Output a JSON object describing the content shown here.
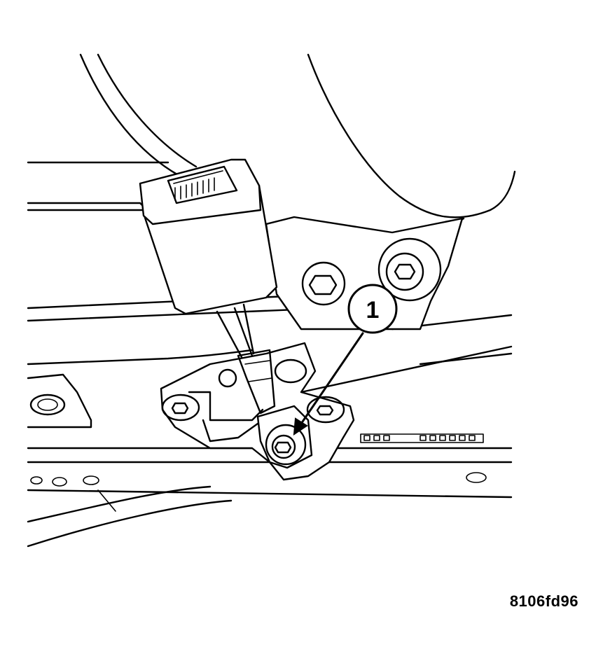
{
  "diagram": {
    "callouts": [
      {
        "label": "1",
        "target": "anchor-bolt"
      }
    ],
    "figure_id": "8106fd96"
  },
  "colors": {
    "line": "#000000",
    "background": "#ffffff"
  }
}
